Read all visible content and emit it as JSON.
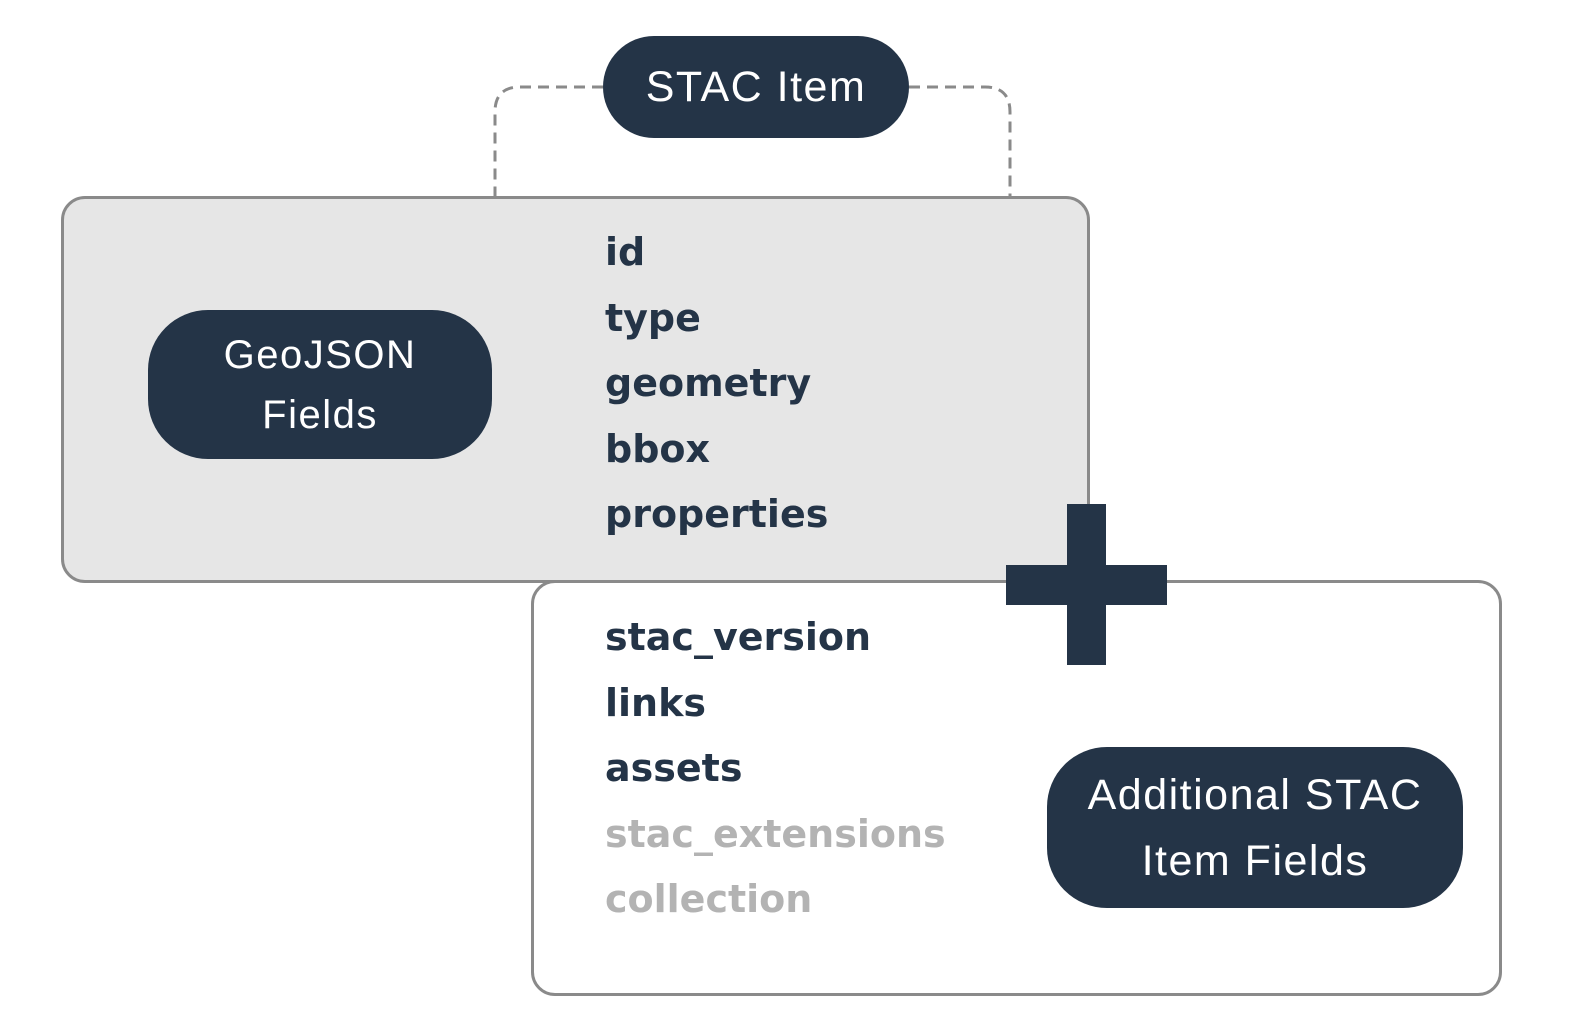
{
  "root": {
    "label": "STAC Item"
  },
  "geojson_group": {
    "label_line1": "GeoJSON",
    "label_line2": "Fields",
    "fields": [
      "id",
      "type",
      "geometry",
      "bbox",
      "properties"
    ]
  },
  "stac_group": {
    "label_line1": "Additional STAC",
    "label_line2": "Item Fields",
    "required_fields": [
      "stac_version",
      "links",
      "assets"
    ],
    "optional_fields": [
      "stac_extensions",
      "collection"
    ]
  },
  "colors": {
    "node_fill": "#243447",
    "node_text": "#ffffff",
    "geojson_box_fill": "#e6e6e6",
    "stac_box_fill": "#ffffff",
    "box_border": "#8a8a8a",
    "connector": "#8a8a8a",
    "required_text": "#243447",
    "optional_text": "#b3b3b3"
  },
  "icons": {
    "combine": "plus-icon"
  }
}
